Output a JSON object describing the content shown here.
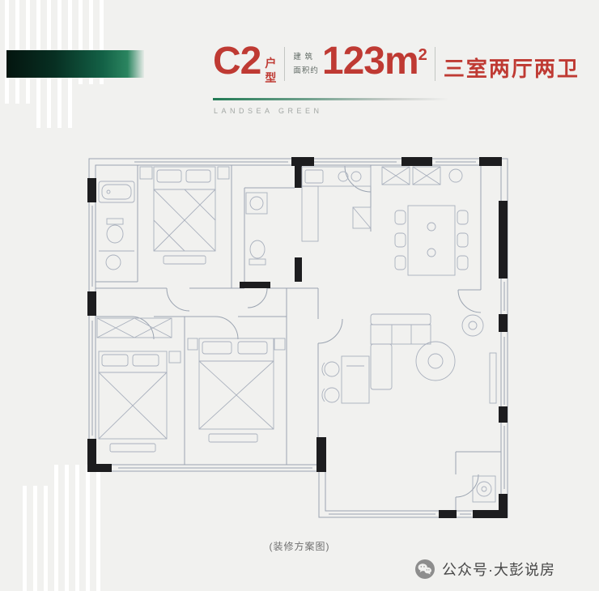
{
  "header": {
    "unit_code": "C2",
    "unit_type": "户型",
    "area_label_line1": "建 筑",
    "area_label_line2": "面积约",
    "area_value": "123m",
    "area_superscript": "2",
    "rooms_text": "三室两厅两卫",
    "brand_text": "LANDSEA GREEN"
  },
  "floorplan": {
    "caption": "(装修方案图)"
  },
  "footer": {
    "icon": "wechat-icon",
    "account_label": "公众号·大彭说房"
  },
  "colors": {
    "accent_red": "#bf3a33",
    "green_dark": "#04231a",
    "green_mid": "#136146",
    "wall_gray": "#9aa3b0",
    "background": "#f1f1ef"
  }
}
